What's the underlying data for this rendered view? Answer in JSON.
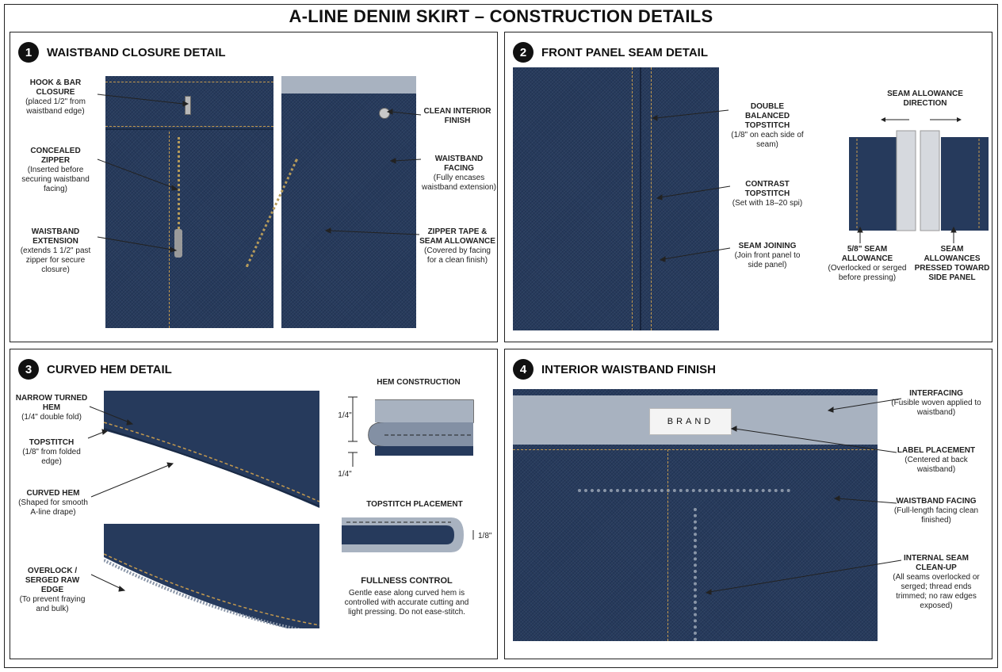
{
  "title": "A-LINE DENIM SKIRT – CONSTRUCTION DETAILS",
  "colors": {
    "denim": "#263a5c",
    "stitch": "#c59a4e",
    "facing": "#a8b2c0"
  },
  "panel1": {
    "number": "1",
    "title": "WAISTBAND CLOSURE DETAIL",
    "labels": {
      "hook_t": "HOOK & BAR CLOSURE",
      "hook_d": "(placed 1/2\" from waistband edge)",
      "zip_t": "CONCEALED ZIPPER",
      "zip_d": "(Inserted before securing waistband facing)",
      "ext_t": "WAISTBAND EXTENSION",
      "ext_d": "(extends 1 1/2\" past zipper for secure closure)",
      "clean_t": "CLEAN INTERIOR FINISH",
      "facing_t": "WAISTBAND FACING",
      "facing_d": "(Fully encases waistband extension)",
      "tape_t": "ZIPPER TAPE & SEAM ALLOWANCE",
      "tape_d": "(Covered by facing for a clean finish)"
    }
  },
  "panel2": {
    "number": "2",
    "title": "FRONT PANEL SEAM DETAIL",
    "labels": {
      "dbl_t": "DOUBLE BALANCED TOPSTITCH",
      "dbl_d": "(1/8\" on each side of seam)",
      "con_t": "CONTRAST TOPSTITCH",
      "con_d": "(Set with 18–20 spi)",
      "join_t": "SEAM JOINING",
      "join_d": "(Join front panel to side panel)",
      "dir_t": "SEAM ALLOWANCE DIRECTION",
      "sa_t": "5/8\" SEAM ALLOWANCE",
      "sa_d": "(Overlocked or serged before pressing)",
      "press_t": "SEAM ALLOWANCES PRESSED TOWARD SIDE PANEL"
    }
  },
  "panel3": {
    "number": "3",
    "title": "CURVED HEM DETAIL",
    "labels": {
      "narrow_t": "NARROW TURNED HEM",
      "narrow_d": "(1/4\" double fold)",
      "top_t": "TOPSTITCH",
      "top_d": "(1/8\" from folded edge)",
      "curve_t": "CURVED HEM",
      "curve_d": "(Shaped for smooth A-line drape)",
      "over_t": "OVERLOCK / SERGED RAW EDGE",
      "over_d": "(To prevent fraying and bulk)",
      "hemc_t": "HEM CONSTRUCTION",
      "dim1": "1/4\"",
      "dim2": "1/4\"",
      "tsp_t": "TOPSTITCH PLACEMENT",
      "dim3": "1/8\"",
      "full_t": "FULLNESS CONTROL",
      "full_d": "Gentle ease along curved hem is controlled with accurate cutting and light pressing. Do not ease-stitch."
    }
  },
  "panel4": {
    "number": "4",
    "title": "INTERIOR WAISTBAND FINISH",
    "brand": "BRAND",
    "labels": {
      "int_t": "INTERFACING",
      "int_d": "(Fusible woven applied to waistband)",
      "lab_t": "LABEL PLACEMENT",
      "lab_d": "(Centered at back waistband)",
      "wf_t": "WAISTBAND FACING",
      "wf_d": "(Full-length facing clean finished)",
      "isc_t": "INTERNAL SEAM CLEAN-UP",
      "isc_d": "(All seams overlocked or serged; thread ends trimmed; no raw edges exposed)"
    }
  }
}
